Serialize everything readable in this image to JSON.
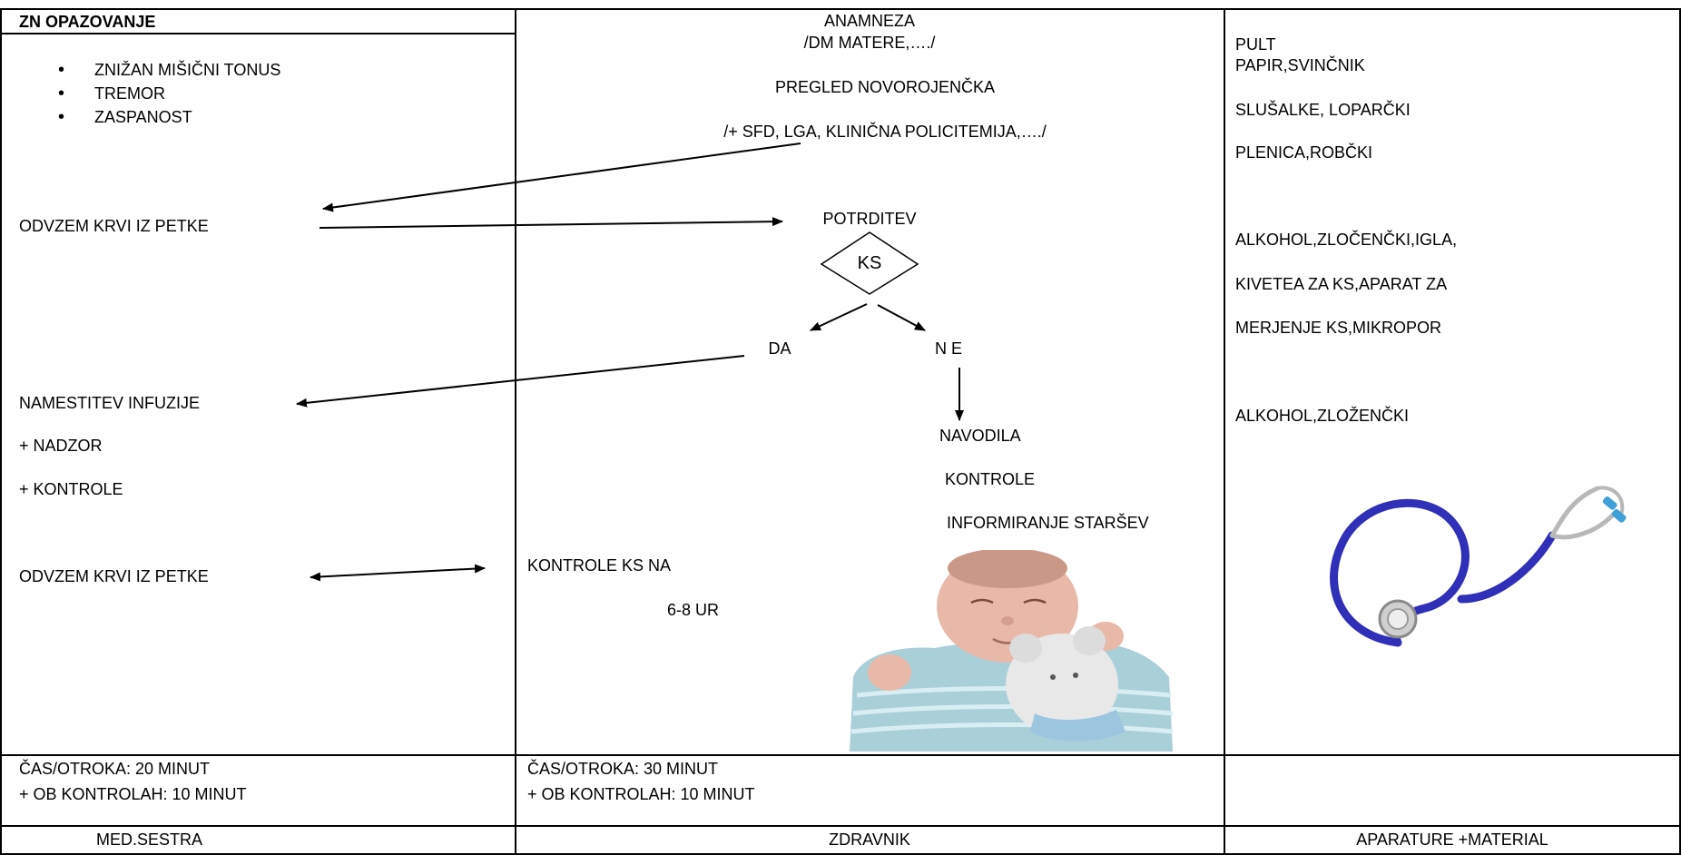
{
  "left_column": {
    "header": "ZN OPAZOVANJE",
    "symptoms": [
      "ZNIŽAN MIŠIČNI  TONUS",
      "TREMOR",
      "ZASPANOST"
    ],
    "blood_draw_1": "ODVZEM KRVI IZ PETKE",
    "infusion": "NAMESTITEV INFUZIJE",
    "supervision": "+ NADZOR",
    "controls": "+ KONTROLE",
    "blood_draw_2": "ODVZEM KRVI IZ PETKE",
    "time_per_child": "ČAS/OTROKA: 20 MINUT",
    "time_controls": "+ OB KONTROLAH: 10 MINUT",
    "footer": "MED.SESTRA"
  },
  "middle_column": {
    "anamnesis": "ANAMNEZA",
    "anamnesis_detail": "/DM MATERE,…./",
    "newborn_exam": "PREGLED NOVOROJENČKA",
    "exam_detail": "/+ SFD, LGA, KLINIČNA POLICITEMIJA,…./",
    "confirmation": "POTRDITEV",
    "decision": "KS",
    "yes": "DA",
    "no": "N E",
    "instructions": "NAVODILA",
    "controls": "KONTROLE",
    "inform_parents": "INFORMIRANJE STARŠEV",
    "ks_controls": "KONTROLE KS NA",
    "ks_interval": "6-8 UR",
    "time_per_child": "ČAS/OTROKA: 30 MINUT",
    "time_controls": "+ OB KONTROLAH: 10 MINUT",
    "footer": "ZDRAVNIK"
  },
  "right_column": {
    "desk": "PULT",
    "paper_pencil": "PAPIR,SVINČNIK",
    "headphones": "SLUŠALKE, LOPARČKI",
    "diapers": "PLENICA,ROBČKI",
    "alcohol_needle": "ALKOHOL,ZLOČENČKI,IGLA,",
    "cuvette": "KIVETEA ZA KS,APARAT ZA",
    "measuring": "MERJENJE KS,MIKROPOR",
    "alcohol_gauze": "ALKOHOL,ZLOŽENČKI",
    "footer": "APARATURE +MATERIAL"
  },
  "images": {
    "baby": "newborn-baby-with-teddy-photo",
    "stethoscope": "stethoscope-icon"
  },
  "colors": {
    "stethoscope_tube": "#2f2fb8",
    "stethoscope_metal": "#b8b8b8",
    "stethoscope_accent": "#3fa0d8",
    "baby_skin": "#e8b8a8",
    "baby_clothes": "#a9cfd8",
    "teddy": "#e8e8e8"
  }
}
